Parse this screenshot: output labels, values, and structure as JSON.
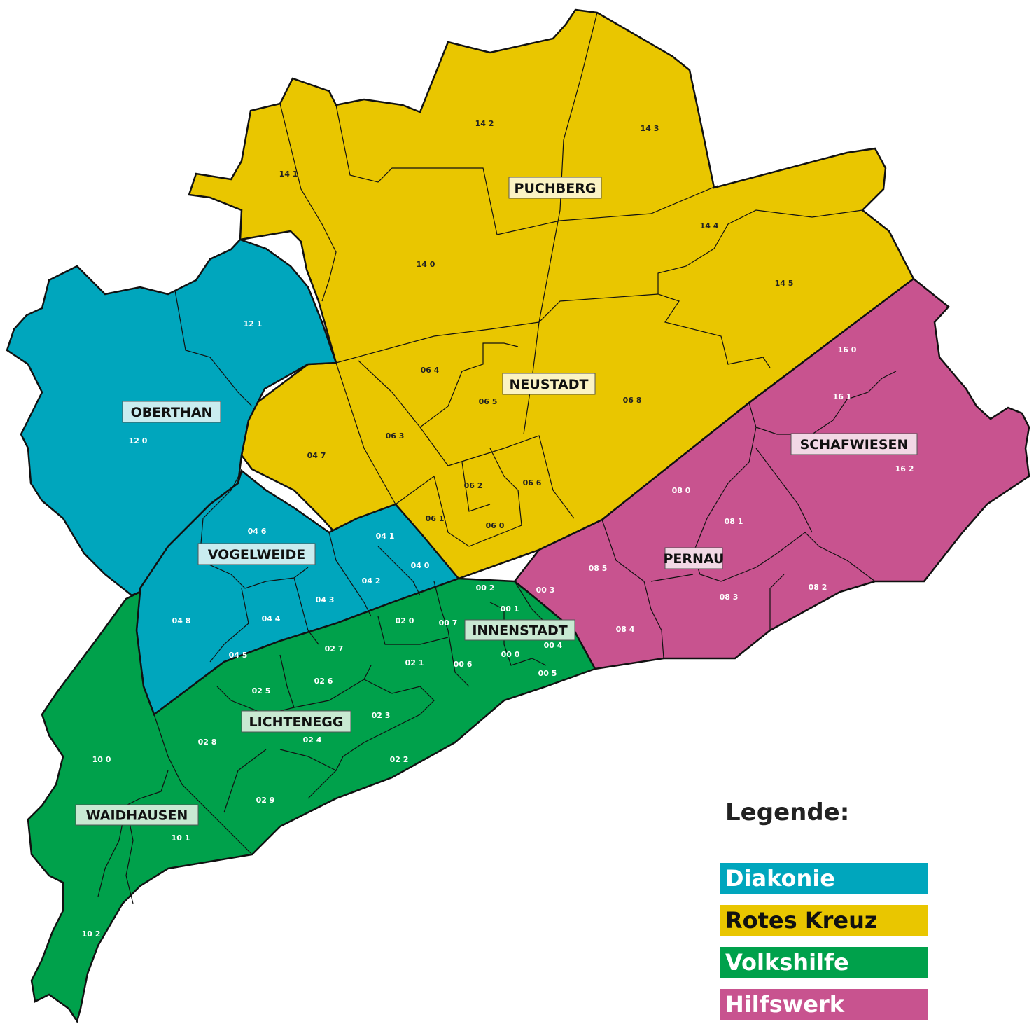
{
  "colors": {
    "diakonie": "#00a6bd",
    "rotes_kreuz": "#e9c600",
    "volkshilfe": "#00a14b",
    "hilfswerk": "#c8538f"
  },
  "districts": [
    {
      "id": "puchberg",
      "name": "PUCHBERG",
      "org": "rotes_kreuz"
    },
    {
      "id": "neustadt",
      "name": "NEUSTADT",
      "org": "rotes_kreuz"
    },
    {
      "id": "oberthan",
      "name": "OBERTHAN",
      "org": "diakonie"
    },
    {
      "id": "vogelweide",
      "name": "VOGELWEIDE",
      "org": "diakonie"
    },
    {
      "id": "innenstadt",
      "name": "INNENSTADT",
      "org": "volkshilfe"
    },
    {
      "id": "lichtenegg",
      "name": "LICHTENEGG",
      "org": "volkshilfe"
    },
    {
      "id": "waidhausen",
      "name": "WAIDHAUSEN",
      "org": "volkshilfe"
    },
    {
      "id": "pernau",
      "name": "PERNAU",
      "org": "hilfswerk"
    },
    {
      "id": "schafwiesen",
      "name": "SCHAFWIESEN",
      "org": "hilfswerk"
    }
  ],
  "zones": [
    "14 1",
    "14 2",
    "14 3",
    "14 0",
    "14 4",
    "14 5",
    "12 1",
    "12 0",
    "06 4",
    "06 5",
    "06 3",
    "04 7",
    "06 8",
    "06 2",
    "06 6",
    "06 1",
    "06 0",
    "04 6",
    "04 1",
    "04 0",
    "04 2",
    "04 3",
    "04 8",
    "04 4",
    "04 5",
    "16 0",
    "16 1",
    "16 2",
    "08 0",
    "08 1",
    "08 5",
    "08 2",
    "08 3",
    "08 4",
    "00 3",
    "00 2",
    "00 1",
    "00 7",
    "02 0",
    "00 0",
    "00 4",
    "00 6",
    "00 5",
    "02 1",
    "02 7",
    "02 6",
    "02 5",
    "02 3",
    "02 4",
    "02 8",
    "02 2",
    "02 9",
    "10 0",
    "10 1",
    "10 2"
  ],
  "legend": {
    "title": "Legende:",
    "items": [
      {
        "label": "Diakonie",
        "org": "diakonie"
      },
      {
        "label": "Rotes Kreuz",
        "org": "rotes_kreuz"
      },
      {
        "label": "Volkshilfe",
        "org": "volkshilfe"
      },
      {
        "label": "Hilfswerk",
        "org": "hilfswerk"
      }
    ]
  }
}
